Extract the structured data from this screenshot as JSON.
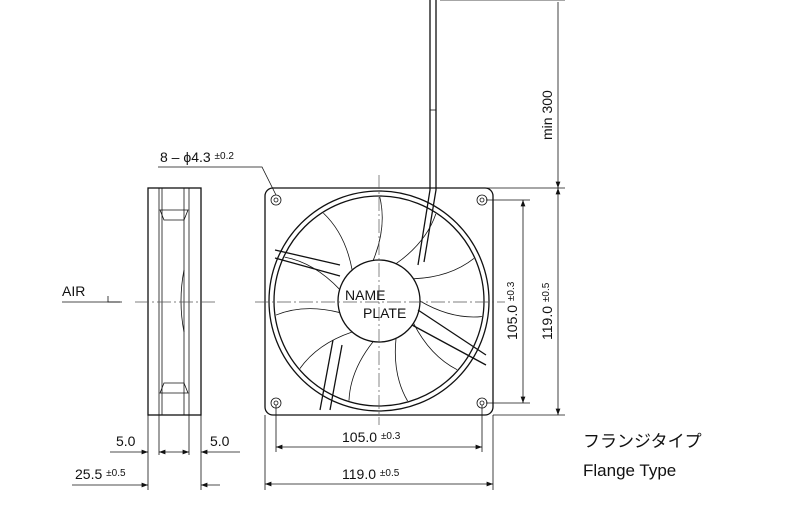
{
  "title_jp": "フランジタイプ",
  "title_en": "Flange Type",
  "hub_label": [
    "NAME",
    "PLATE"
  ],
  "air_label": "AIR",
  "holes": {
    "main": "8 – ϕ4.3",
    "tol": "±0.2"
  },
  "dims": {
    "side_left": "5.0",
    "side_right": "5.0",
    "depth": {
      "main": "25.5",
      "tol": "±0.5"
    },
    "hole_pitch_h": {
      "main": "105.0",
      "tol": "±0.3"
    },
    "width": {
      "main": "119.0",
      "tol": "±0.5"
    },
    "hole_pitch_v": {
      "main": "105.0",
      "tol": "±0.3"
    },
    "height": {
      "main": "119.0",
      "tol": "±0.5"
    },
    "lead": "min 300"
  }
}
